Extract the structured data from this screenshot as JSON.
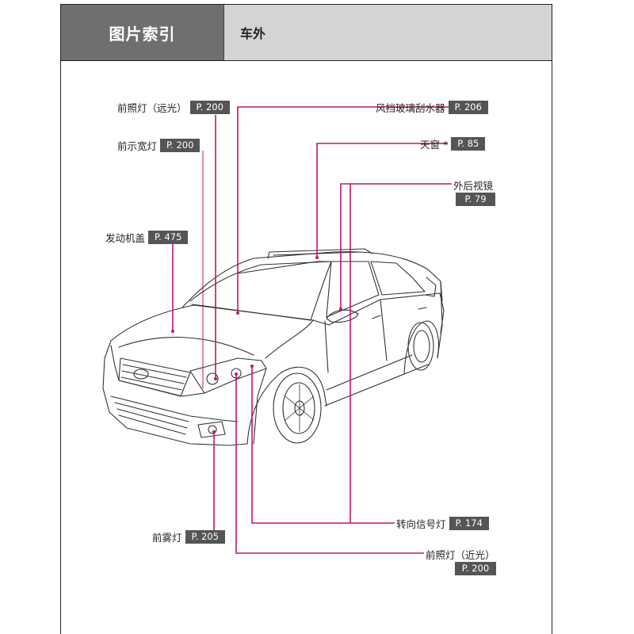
{
  "header": {
    "section": "图片索引",
    "title": "车外"
  },
  "callouts": {
    "headlight_high": {
      "label": "前照灯（远光）",
      "page": "P. 200"
    },
    "side_marker": {
      "label": "前示宽灯",
      "page": "P. 200"
    },
    "hood": {
      "label": "发动机盖",
      "page": "P. 475"
    },
    "fog_light": {
      "label": "前雾灯",
      "page": "P. 205"
    },
    "wiper": {
      "label": "风挡玻璃刮水器",
      "page": "P. 206"
    },
    "sunroof": {
      "label": "天窗 *",
      "page": "P. 85"
    },
    "mirror": {
      "label": "外后视镜",
      "page": "P. 79"
    },
    "turn_signal": {
      "label": "转向信号灯",
      "page": "P. 174"
    },
    "headlight_low": {
      "label": "前照灯（近光）",
      "page": "P. 200"
    }
  },
  "colors": {
    "callout_line": "#c0166e",
    "header_dark": "#6f6f6f",
    "header_light": "#d4d4d4",
    "page_tag": "#555555"
  }
}
